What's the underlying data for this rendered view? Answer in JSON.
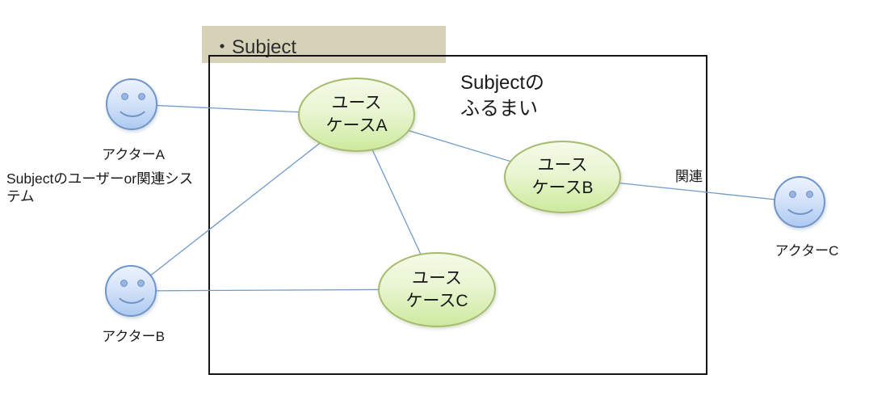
{
  "diagram": {
    "title": "・Subject",
    "subject_note": "Subjectの\nふるまい",
    "actor_note": "Subjectのユーザーor関連システム",
    "relation_label": "関連"
  },
  "actors": [
    {
      "id": "actor-a",
      "label": "アクターA"
    },
    {
      "id": "actor-b",
      "label": "アクターB"
    },
    {
      "id": "actor-c",
      "label": "アクターC"
    }
  ],
  "usecases": [
    {
      "id": "usecase-a",
      "label": "ユース\nケースA"
    },
    {
      "id": "usecase-b",
      "label": "ユース\nケースB"
    },
    {
      "id": "usecase-c",
      "label": "ユース\nケースC"
    }
  ],
  "connections": [
    {
      "from": "actor-a",
      "to": "usecase-a",
      "label": ""
    },
    {
      "from": "usecase-a",
      "to": "usecase-b",
      "label": ""
    },
    {
      "from": "usecase-a",
      "to": "actor-b",
      "label": ""
    },
    {
      "from": "usecase-a",
      "to": "usecase-c",
      "label": ""
    },
    {
      "from": "actor-b",
      "to": "usecase-c",
      "label": ""
    },
    {
      "from": "usecase-b",
      "to": "actor-c",
      "label": "関連"
    }
  ],
  "colors": {
    "title_box_bg": "#d6d2b8",
    "boundary_border": "#151515",
    "usecase_fill_top": "#f4fae8",
    "usecase_fill_bottom": "#cdea9e",
    "usecase_border": "#a5bb6e",
    "actor_fill_top": "#ecf2fd",
    "actor_fill_bottom": "#aecaf1",
    "actor_border": "#7096c9",
    "association_line": "#6f9ac9",
    "background": "#ffffff"
  }
}
